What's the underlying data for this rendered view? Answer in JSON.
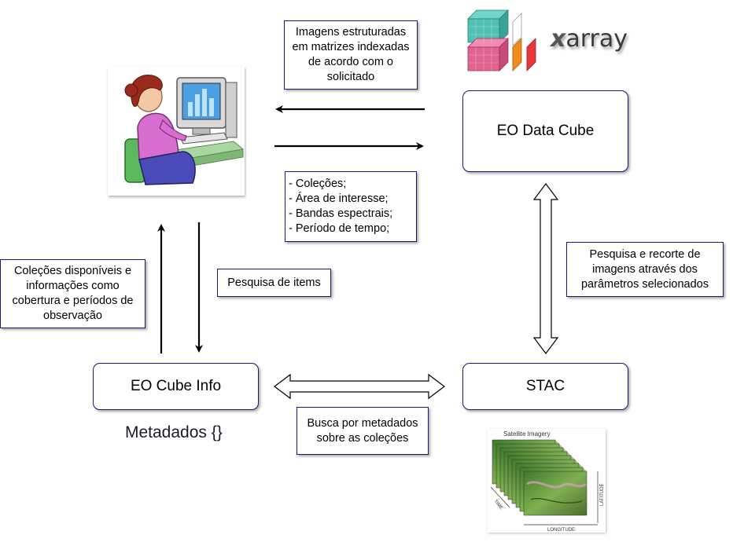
{
  "nodes": {
    "eo_data_cube": "EO Data Cube",
    "eo_cube_info": "EO Cube Info",
    "stac": "STAC"
  },
  "notes": {
    "images_structured": "Imagens estruturadas\nem matrizes indexadas\nde acordo com o\nsolicitado",
    "request_params": "- Coleções;\n- Área de interesse;\n- Bandas espectrais;\n- Período de tempo;",
    "search_clip": "Pesquisa e recorte de\nimagens através dos\nparâmetros selecionados",
    "collections_available": "Coleções disponíveis e\ninformações como\ncobertura e períodos de\nobservação",
    "search_items": "Pesquisa de items",
    "metadata_search": "Busca por metadados\nsobre as coleções"
  },
  "labels": {
    "metadados": "Metadados {}",
    "xarray_logo": "xarray",
    "satellite_title": "Satellite Imagery",
    "axis_time": "TIME",
    "axis_longitude": "LONGITUDE",
    "axis_latitude": "LATITUDE"
  },
  "icons": {
    "user": "user-at-computer-icon",
    "xarray": "xarray-logo",
    "satellite": "satellite-imagery-stack"
  }
}
